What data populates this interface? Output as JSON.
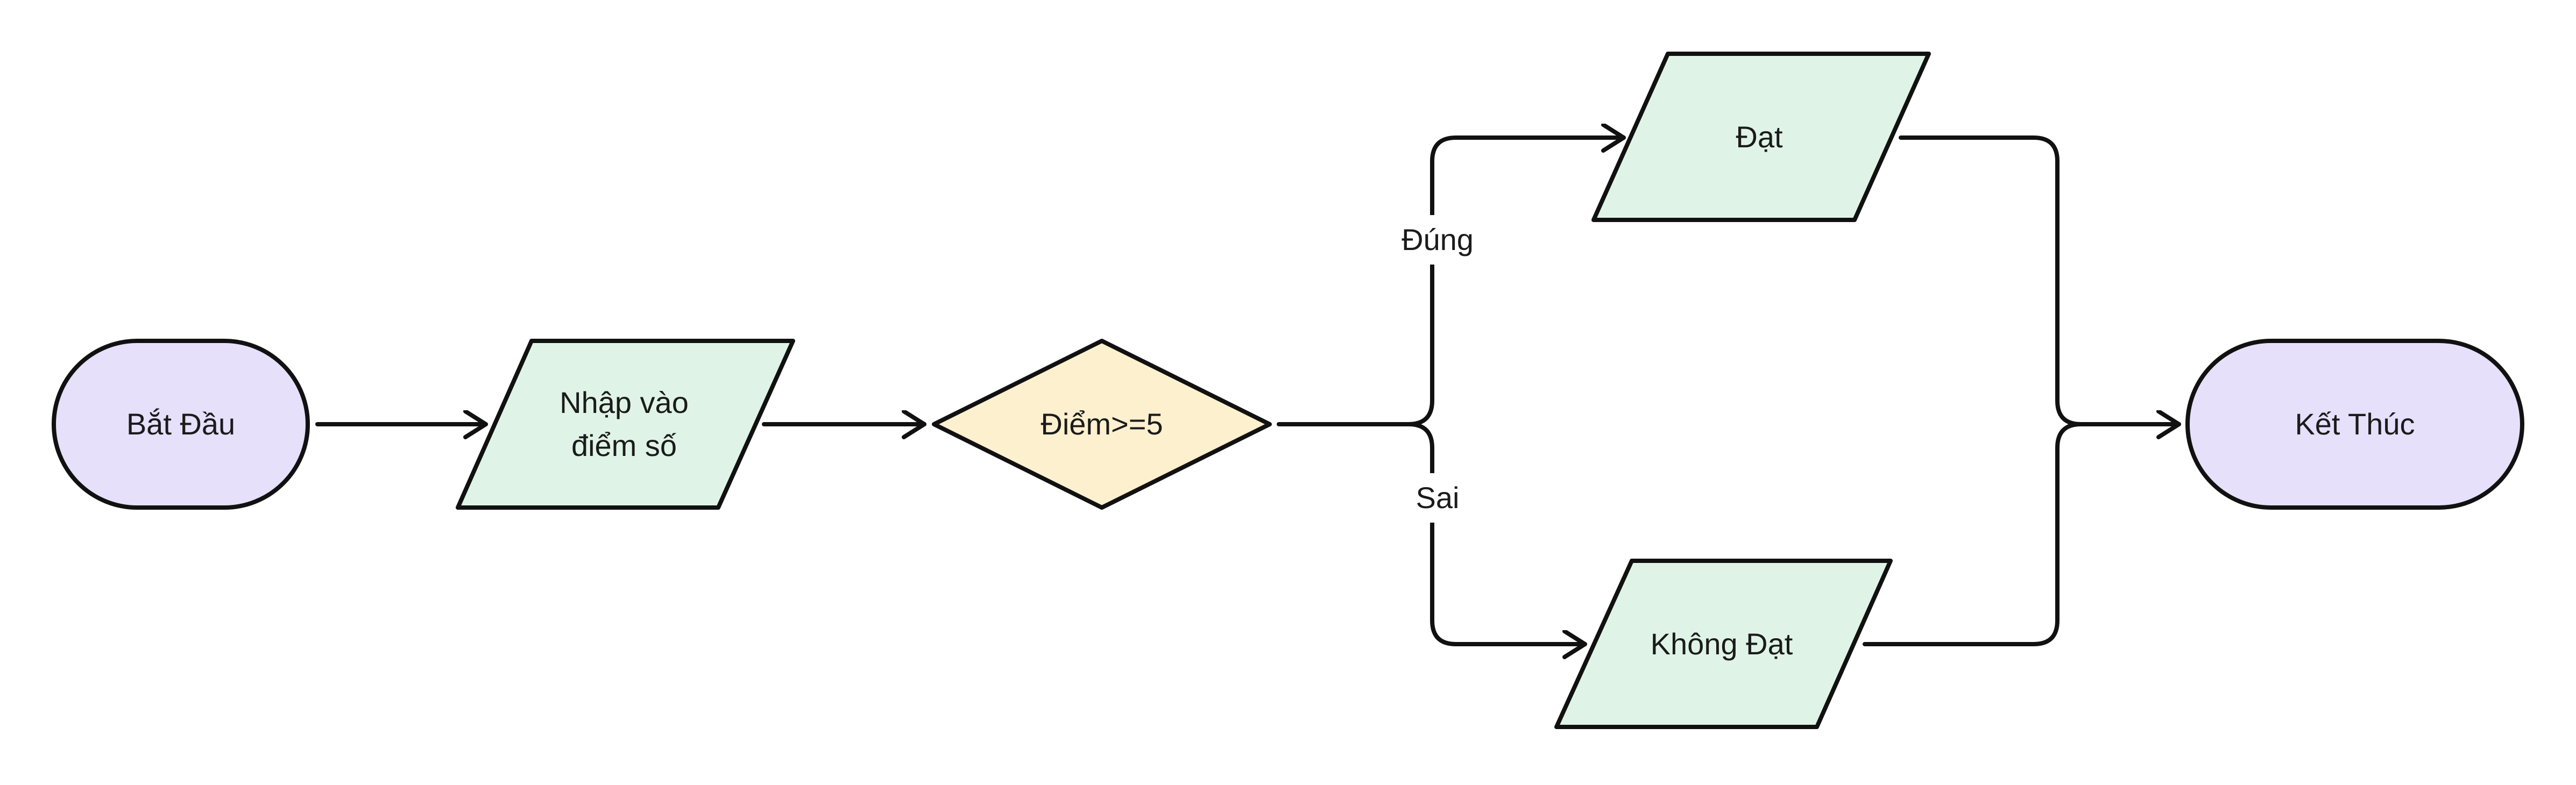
{
  "colors": {
    "terminal_fill": "#e6e0fb",
    "io_fill": "#dff4e6",
    "decision_fill": "#fdf0cf",
    "stroke": "#111111"
  },
  "nodes": {
    "start": "Bắt Đầu",
    "input": "Nhập vào\nđiểm số",
    "decision": "Điểm>=5",
    "pass": "Đạt",
    "fail": "Không Đạt",
    "end": "Kết Thúc"
  },
  "edges": {
    "true_label": "Đúng",
    "false_label": "Sai"
  }
}
